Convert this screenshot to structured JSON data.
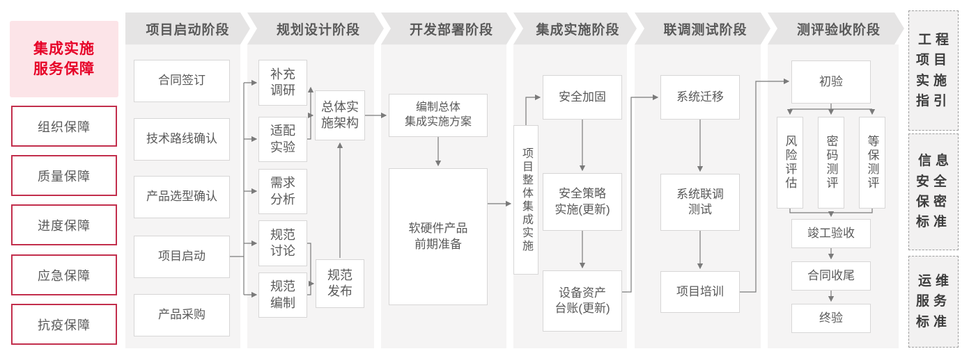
{
  "left_panel": {
    "title": "集成实施\n服务保障",
    "items": [
      "组织保障",
      "质量保障",
      "进度保障",
      "应急保障",
      "抗疫保障"
    ]
  },
  "phases": {
    "p1": {
      "label": "项目启动阶段",
      "contract_signing": "合同签订",
      "tech_route_confirm": "技术路线确认",
      "product_selection_confirm": "产品选型确认",
      "project_kickoff": "项目启动",
      "product_procurement": "产品采购"
    },
    "p2": {
      "label": "规划设计阶段",
      "supplementary_research": "补充\n调研",
      "adaptation_test": "适配\n实验",
      "requirement_analysis": "需求\n分析",
      "spec_discussion": "规范\n讨论",
      "spec_compilation": "规范\n编制",
      "overall_architecture": "总体实\n施架构",
      "spec_release": "规范\n发布"
    },
    "p3": {
      "label": "开发部署阶段",
      "overall_integration_plan": "编制总体\n集成实施方案",
      "hw_sw_preparation": "软硬件产品\n前期准备"
    },
    "p4": {
      "label": "集成实施阶段",
      "overall_project_integration": "项目整体集成实施",
      "security_hardening": "安全加固",
      "security_policy_impl": "安全策略\n实施(更新)",
      "asset_ledger_update": "设备资产\n台账(更新)"
    },
    "p5": {
      "label": "联调测试阶段",
      "system_migration": "系统迁移",
      "joint_debug_test": "系统联调\n测试",
      "project_training": "项目培训"
    },
    "p6": {
      "label": "测评验收阶段",
      "initial_acceptance": "初验",
      "risk_assessment": "风险评估",
      "crypto_evaluation": "密码测评",
      "classified_protection_evaluation": "等保测评",
      "completion_acceptance": "竣工验收",
      "contract_closure": "合同收尾",
      "final_acceptance": "终验"
    }
  },
  "right_panel": {
    "items": [
      "工程\n项目\n实施\n指引",
      "信息\n安全\n保密\n标准",
      "运维\n服务\n标准"
    ]
  },
  "colors": {
    "accent_red": "#e60127",
    "pink_bg": "#fce4e8",
    "red_border": "#c22e4c",
    "header_gray": "#e5e4e4",
    "column_bg": "#f5f4f4",
    "connector_gray": "#7a7a7a"
  }
}
